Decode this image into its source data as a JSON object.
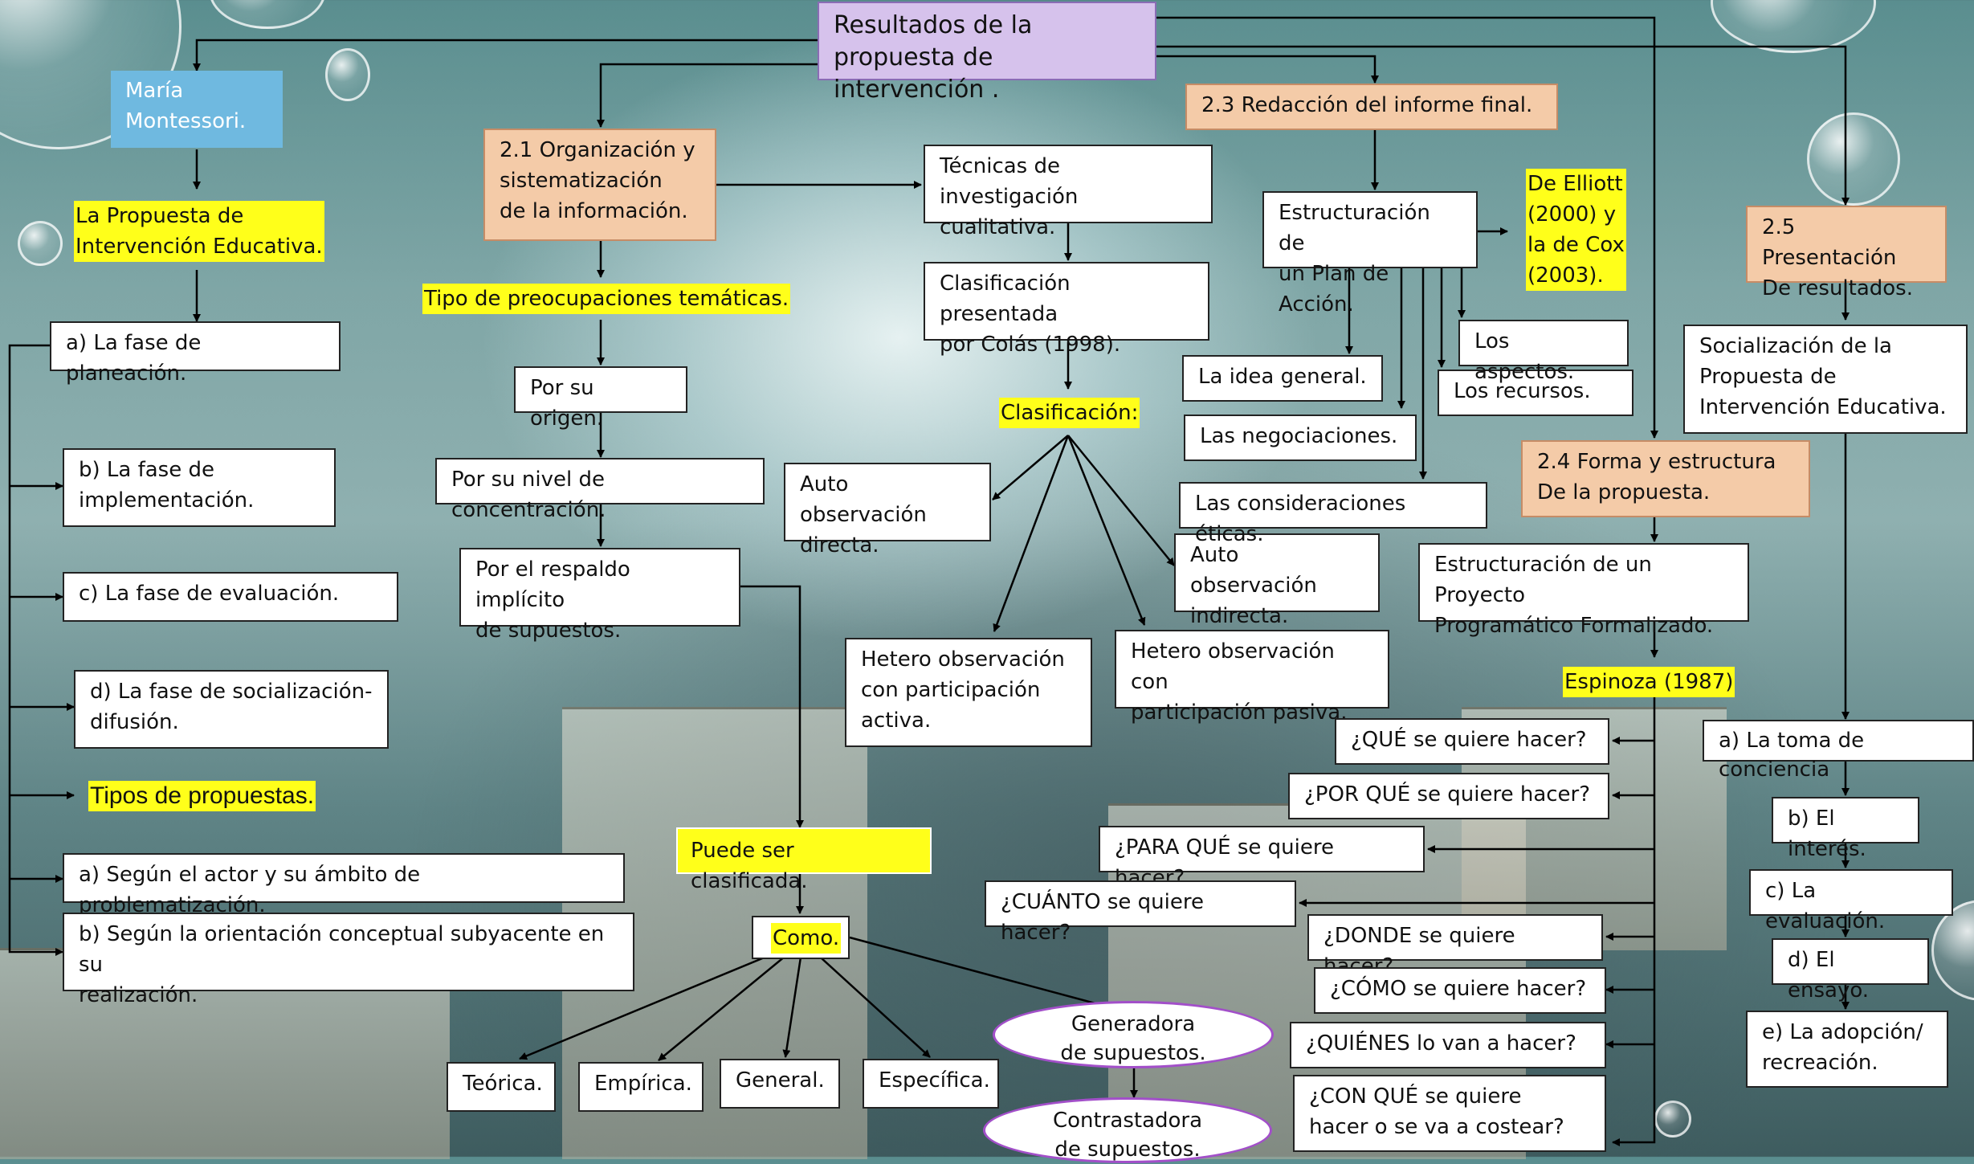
{
  "title": "Resultados de la\npropuesta de intervención .",
  "montessori": "María\nMontessori.",
  "propuesta": "La Propuesta de\nIntervención Educativa.",
  "fases": [
    "a) La fase de planeación.",
    "b) La fase de\nimplementación.",
    "c) La fase de evaluación.",
    "d) La fase de socialización-\ndifusión."
  ],
  "tipos_propuestas": "Tipos de propuestas.",
  "segun": [
    "a) Según el actor y su ámbito de problematización.",
    "b) Según la orientación conceptual subyacente en su\nrealización."
  ],
  "org": "2.1 Organización y\n sistematización\n de la información.",
  "tipo_preoc": "Tipo de preocupaciones temáticas.",
  "por_origen": "Por su origen.",
  "por_nivel": "Por su nivel de concentración.",
  "por_respaldo": "Por el respaldo implícito\n de supuestos.",
  "puede": "Puede ser clasificada.",
  "como": "Como.",
  "tipos_teoria": [
    "Teórica.",
    "Empírica.",
    "General.",
    "Específica."
  ],
  "generadora": "Generadora\nde supuestos.",
  "contrastadora": "Contrastadora\nde supuestos.",
  "tecnicas": "Técnicas de investigación\n cualitativa.",
  "clasif_colas": "Clasificación presentada\npor Colás (1998).",
  "clasificacion": "Clasificación:",
  "obs": {
    "auto_directa": "Auto observación\n directa.",
    "auto_indirecta": "Auto observación\n indirecta.",
    "hetero_activa": "Hetero observación\ncon participación\nactiva.",
    "hetero_pasiva": "Hetero observación con\n participación pasiva."
  },
  "redaccion": "2.3 Redacción del informe final.",
  "estructuracion_plan": "Estructuración de\nun Plan de Acción.",
  "elliott": "De Elliott\n(2000) y\nla de Cox\n(2003).",
  "plan_items": [
    "La idea general.",
    "Las negociaciones.",
    "Las consideraciones éticas.",
    "Los recursos.",
    "Los aspectos."
  ],
  "forma": "2.4 Forma y estructura\nDe la propuesta.",
  "proyecto": "Estructuración de un Proyecto\nProgramático Formalizado.",
  "espinoza": "Espinoza (1987)",
  "preguntas": [
    "¿QUÉ se quiere hacer?",
    "¿POR QUÉ se quiere hacer?",
    "¿PARA QUÉ se quiere hacer?",
    "¿CUÁNTO se quiere hacer?",
    "¿DONDE se quiere hacer?",
    "¿CÓMO se quiere hacer?",
    "¿QUIÉNES lo van a hacer?",
    "¿CON QUÉ se quiere\nhacer o se va a costear?"
  ],
  "presentacion": "2.5 Presentación\nDe resultados.",
  "socializacion": "Socialización de la\nPropuesta de\nIntervención Educativa.",
  "etapas": [
    "a) La toma de conciencia",
    "b) El interés.",
    "c) La evaluación.",
    "d) El ensayo.",
    "e) La adopción/\nrecreación."
  ],
  "colors": {
    "peach": "#f4cba8",
    "lilac": "#d6c2ec",
    "blue": "#6fb9e0",
    "highlight": "#ffff1a",
    "oval_border": "#a24fc9"
  }
}
